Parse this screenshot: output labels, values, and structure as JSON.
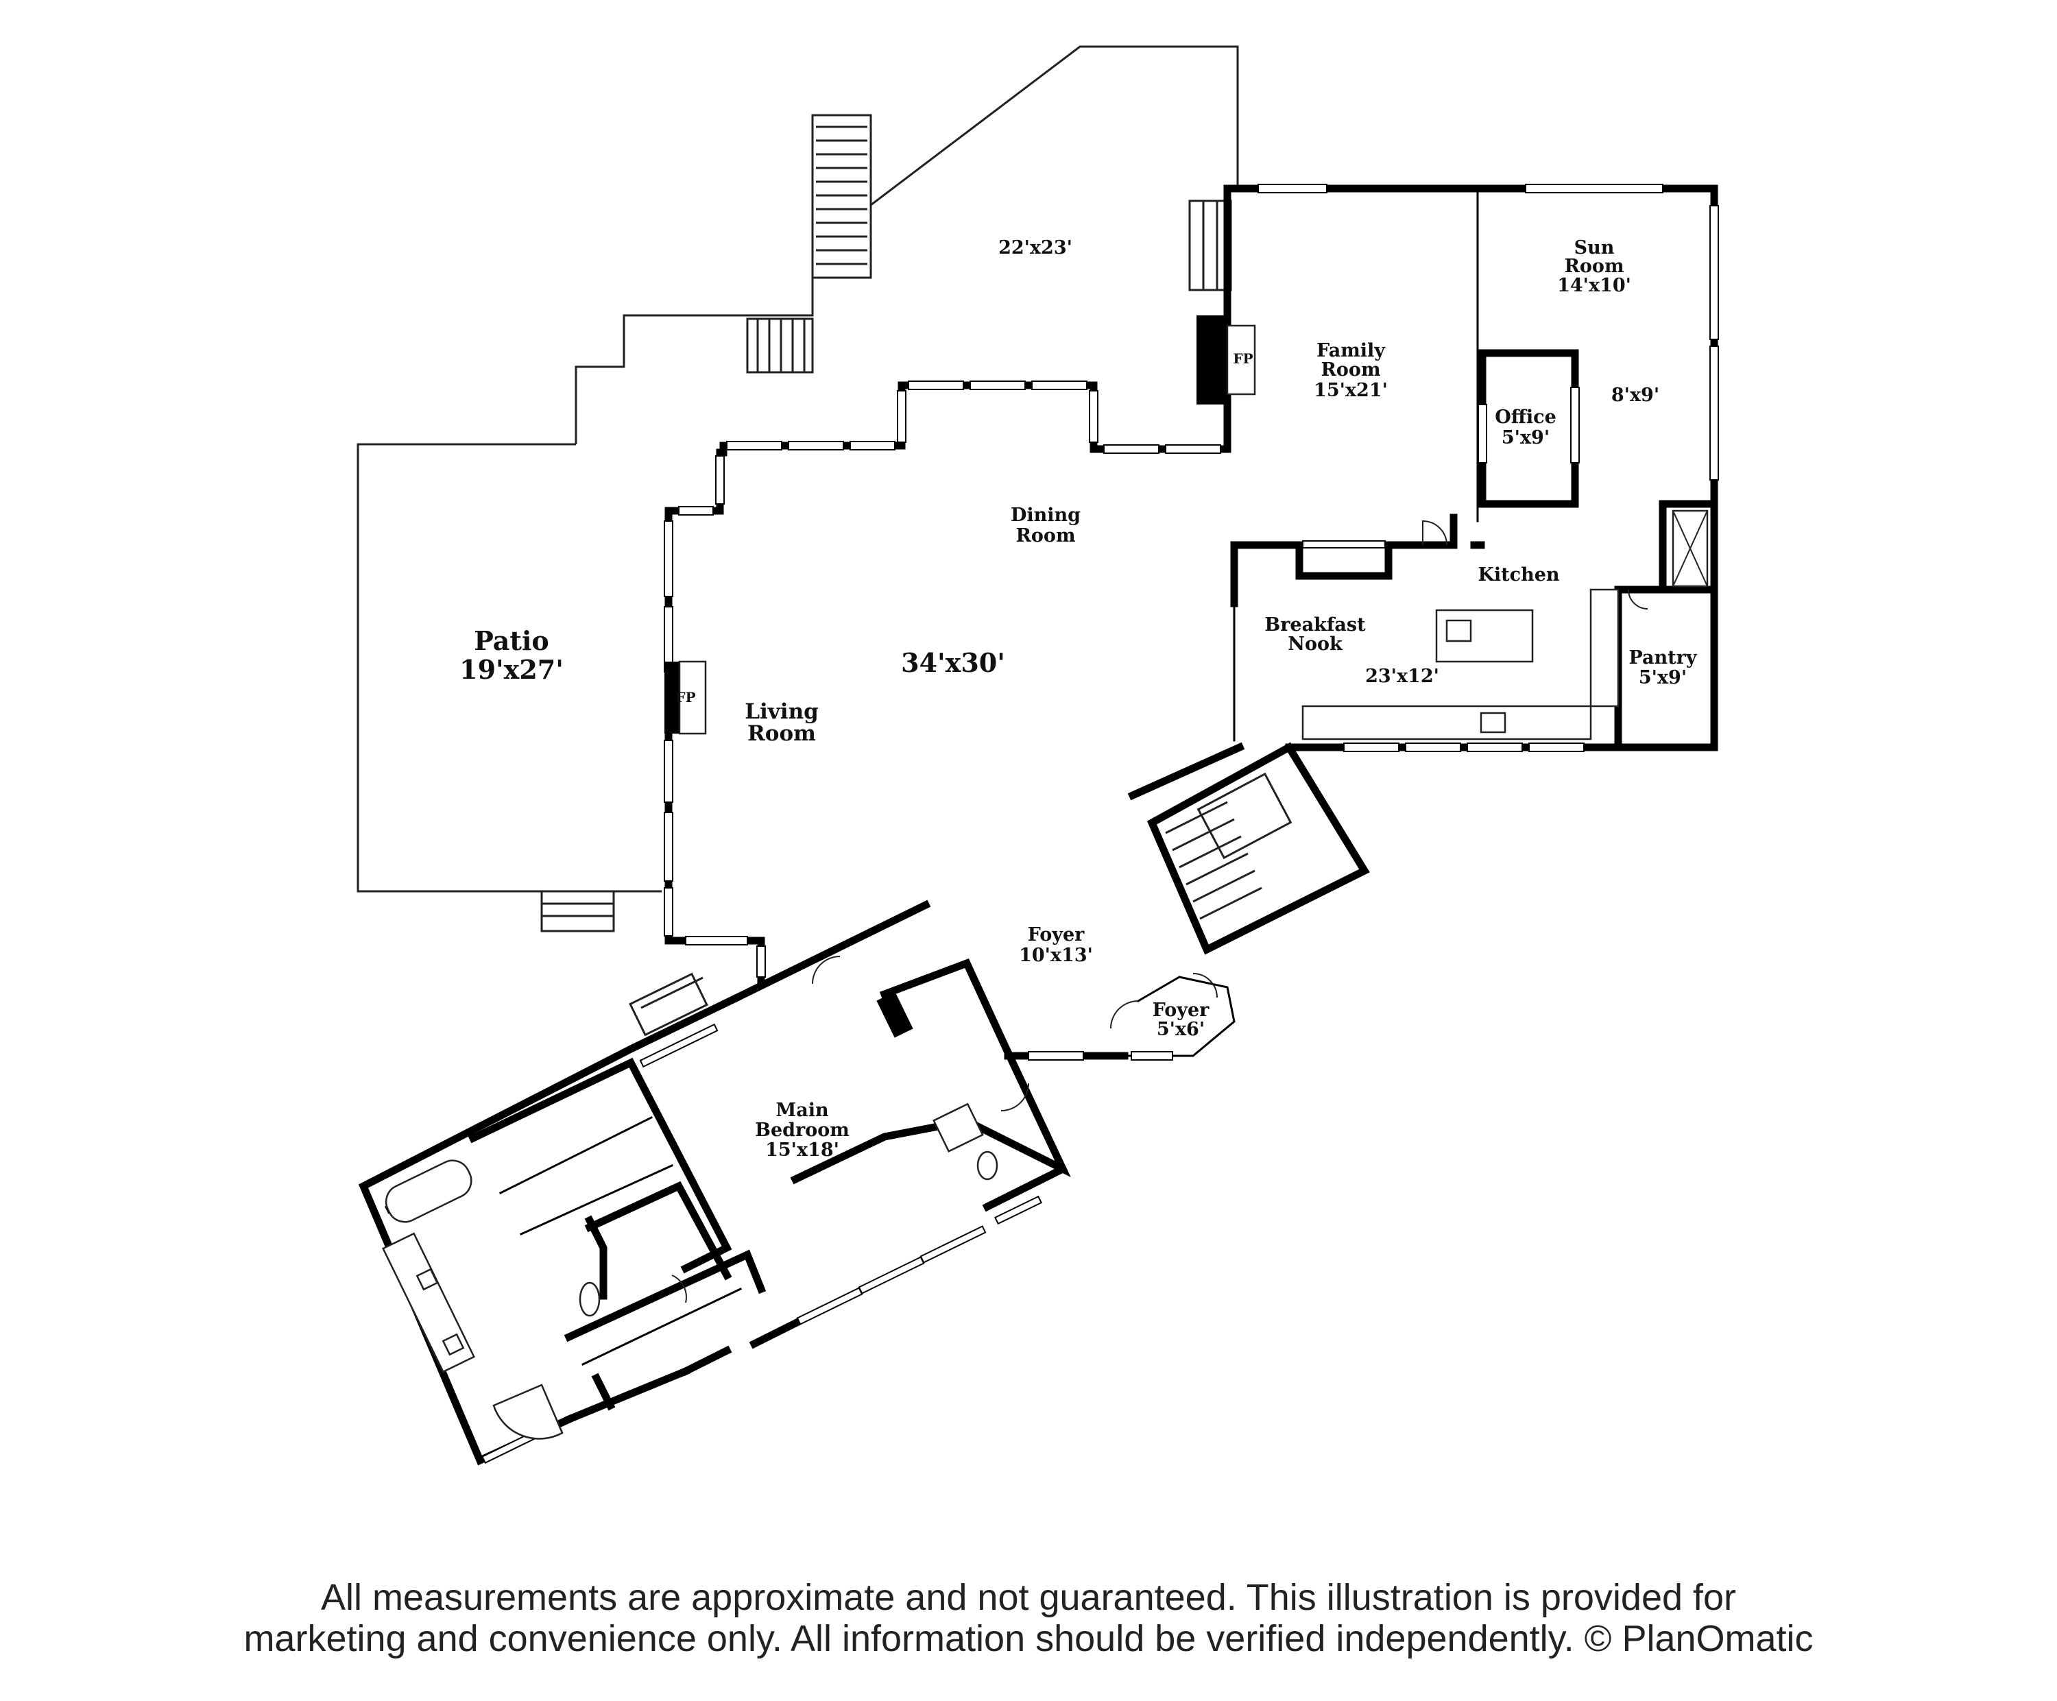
{
  "rooms": {
    "deck": {
      "dims": "22'x23'"
    },
    "patio": {
      "name": "Patio",
      "dims": "19'x27'"
    },
    "family_room": {
      "name_line1": "Family",
      "name_line2": "Room",
      "dims": "15'x21'"
    },
    "sun_room": {
      "name_line1": "Sun",
      "name_line2": "Room",
      "dims": "14'x10'"
    },
    "office": {
      "name": "Office",
      "dims": "5'x9'"
    },
    "nook_area": {
      "dims": "8'x9'"
    },
    "dining_room": {
      "name_line1": "Dining",
      "name_line2": "Room"
    },
    "great_room": {
      "dims": "34'x30'"
    },
    "living_room": {
      "name_line1": "Living",
      "name_line2": "Room"
    },
    "kitchen": {
      "name": "Kitchen"
    },
    "breakfast_nook": {
      "name_line1": "Breakfast",
      "name_line2": "Nook",
      "dims": "23'x12'"
    },
    "pantry": {
      "name": "Pantry",
      "dims": "5'x9'"
    },
    "foyer_main": {
      "name": "Foyer",
      "dims": "10'x13'"
    },
    "foyer_small": {
      "name": "Foyer",
      "dims": "5'x6'"
    },
    "main_bedroom": {
      "name_line1": "Main",
      "name_line2": "Bedroom",
      "dims": "15'x18'"
    }
  },
  "fireplaces": {
    "family_room": "FP",
    "living_room": "FP"
  },
  "disclaimer": {
    "line1": "All measurements are approximate and not guaranteed. This illustration is provided for",
    "line2": "marketing and convenience only. All information should be verified independently. © PlanOmatic"
  }
}
